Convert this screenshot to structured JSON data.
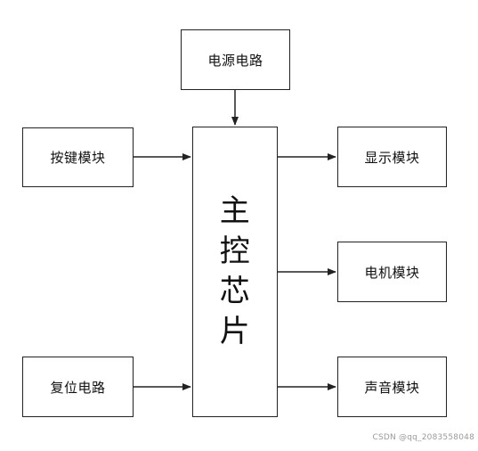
{
  "blocks": {
    "power": "电源电路",
    "keys": "按键模块",
    "reset": "复位电路",
    "display": "显示模块",
    "motor": "电机模块",
    "sound": "声音模块",
    "main": [
      "主",
      "控",
      "芯",
      "片"
    ]
  },
  "watermark": "CSDN @qq_2083558048",
  "colors": {
    "line": "#222222",
    "watermark": "#9a9a9a"
  }
}
